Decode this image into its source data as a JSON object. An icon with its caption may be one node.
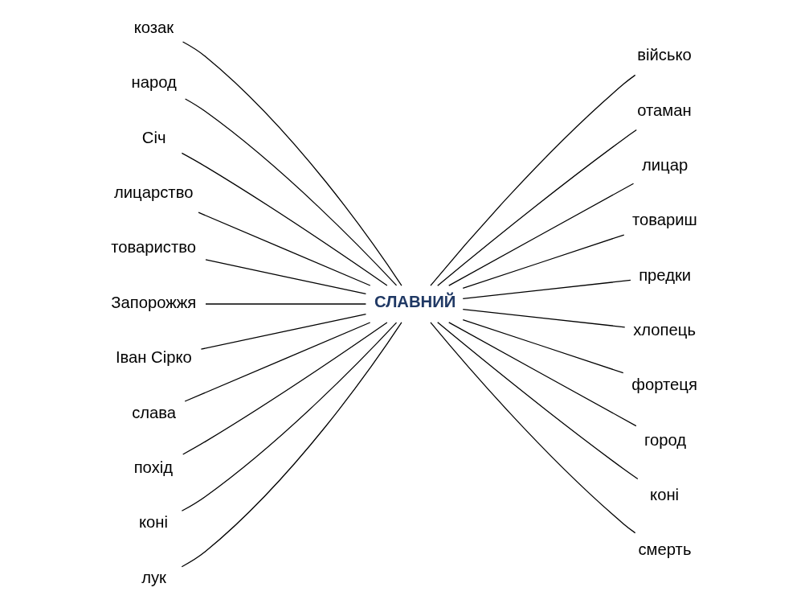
{
  "diagram": {
    "nodes": [
      {
        "text": [
          "козак"
        ]
      },
      {
        "text": [
          "народ"
        ]
      },
      {
        "text": [
          "Січ"
        ]
      },
      {
        "text": [
          "лицарство"
        ]
      },
      {
        "text": [
          "товариство"
        ]
      },
      {
        "text": [
          "Запорожжя"
        ]
      },
      {
        "text": [
          "Іван Сірко"
        ]
      },
      {
        "text": [
          "слава"
        ]
      },
      {
        "text": [
          "похід"
        ]
      },
      {
        "text": [
          "коні"
        ]
      },
      {
        "text": [
          "лук"
        ]
      },
      {
        "text": [
          "СЛАВНИЙ"
        ]
      },
      {
        "text": [
          "військо"
        ]
      },
      {
        "text": [
          "отаман"
        ]
      },
      {
        "text": [
          "лицар"
        ]
      },
      {
        "text": [
          "товариш"
        ]
      },
      {
        "text": [
          "предки"
        ]
      },
      {
        "text": [
          "хлопець"
        ]
      },
      {
        "text": [
          "фортеця"
        ]
      },
      {
        "text": [
          "город"
        ]
      },
      {
        "text": [
          "коні"
        ]
      },
      {
        "text": [
          "смерть"
        ]
      }
    ],
    "edges": [
      {
        "from": 0,
        "to": 11,
        "arrow": "none"
      },
      {
        "from": 1,
        "to": 11,
        "arrow": "none"
      },
      {
        "from": 2,
        "to": 11,
        "arrow": "none"
      },
      {
        "from": 3,
        "to": 11,
        "arrow": "none"
      },
      {
        "from": 4,
        "to": 11,
        "arrow": "none"
      },
      {
        "from": 5,
        "to": 11,
        "arrow": "none"
      },
      {
        "from": 6,
        "to": 11,
        "arrow": "none"
      },
      {
        "from": 7,
        "to": 11,
        "arrow": "none"
      },
      {
        "from": 8,
        "to": 11,
        "arrow": "none"
      },
      {
        "from": 9,
        "to": 11,
        "arrow": "none"
      },
      {
        "from": 10,
        "to": 11,
        "arrow": "none"
      },
      {
        "from": 11,
        "to": 12,
        "arrow": "none"
      },
      {
        "from": 11,
        "to": 13,
        "arrow": "none"
      },
      {
        "from": 11,
        "to": 14,
        "arrow": "none"
      },
      {
        "from": 11,
        "to": 15,
        "arrow": "none"
      },
      {
        "from": 11,
        "to": 16,
        "arrow": "none"
      },
      {
        "from": 11,
        "to": 17,
        "arrow": "none"
      },
      {
        "from": 11,
        "to": 18,
        "arrow": "none"
      },
      {
        "from": 11,
        "to": 19,
        "arrow": "none"
      },
      {
        "from": 11,
        "to": 20,
        "arrow": "none"
      },
      {
        "from": 11,
        "to": 21,
        "arrow": "none"
      }
    ]
  }
}
